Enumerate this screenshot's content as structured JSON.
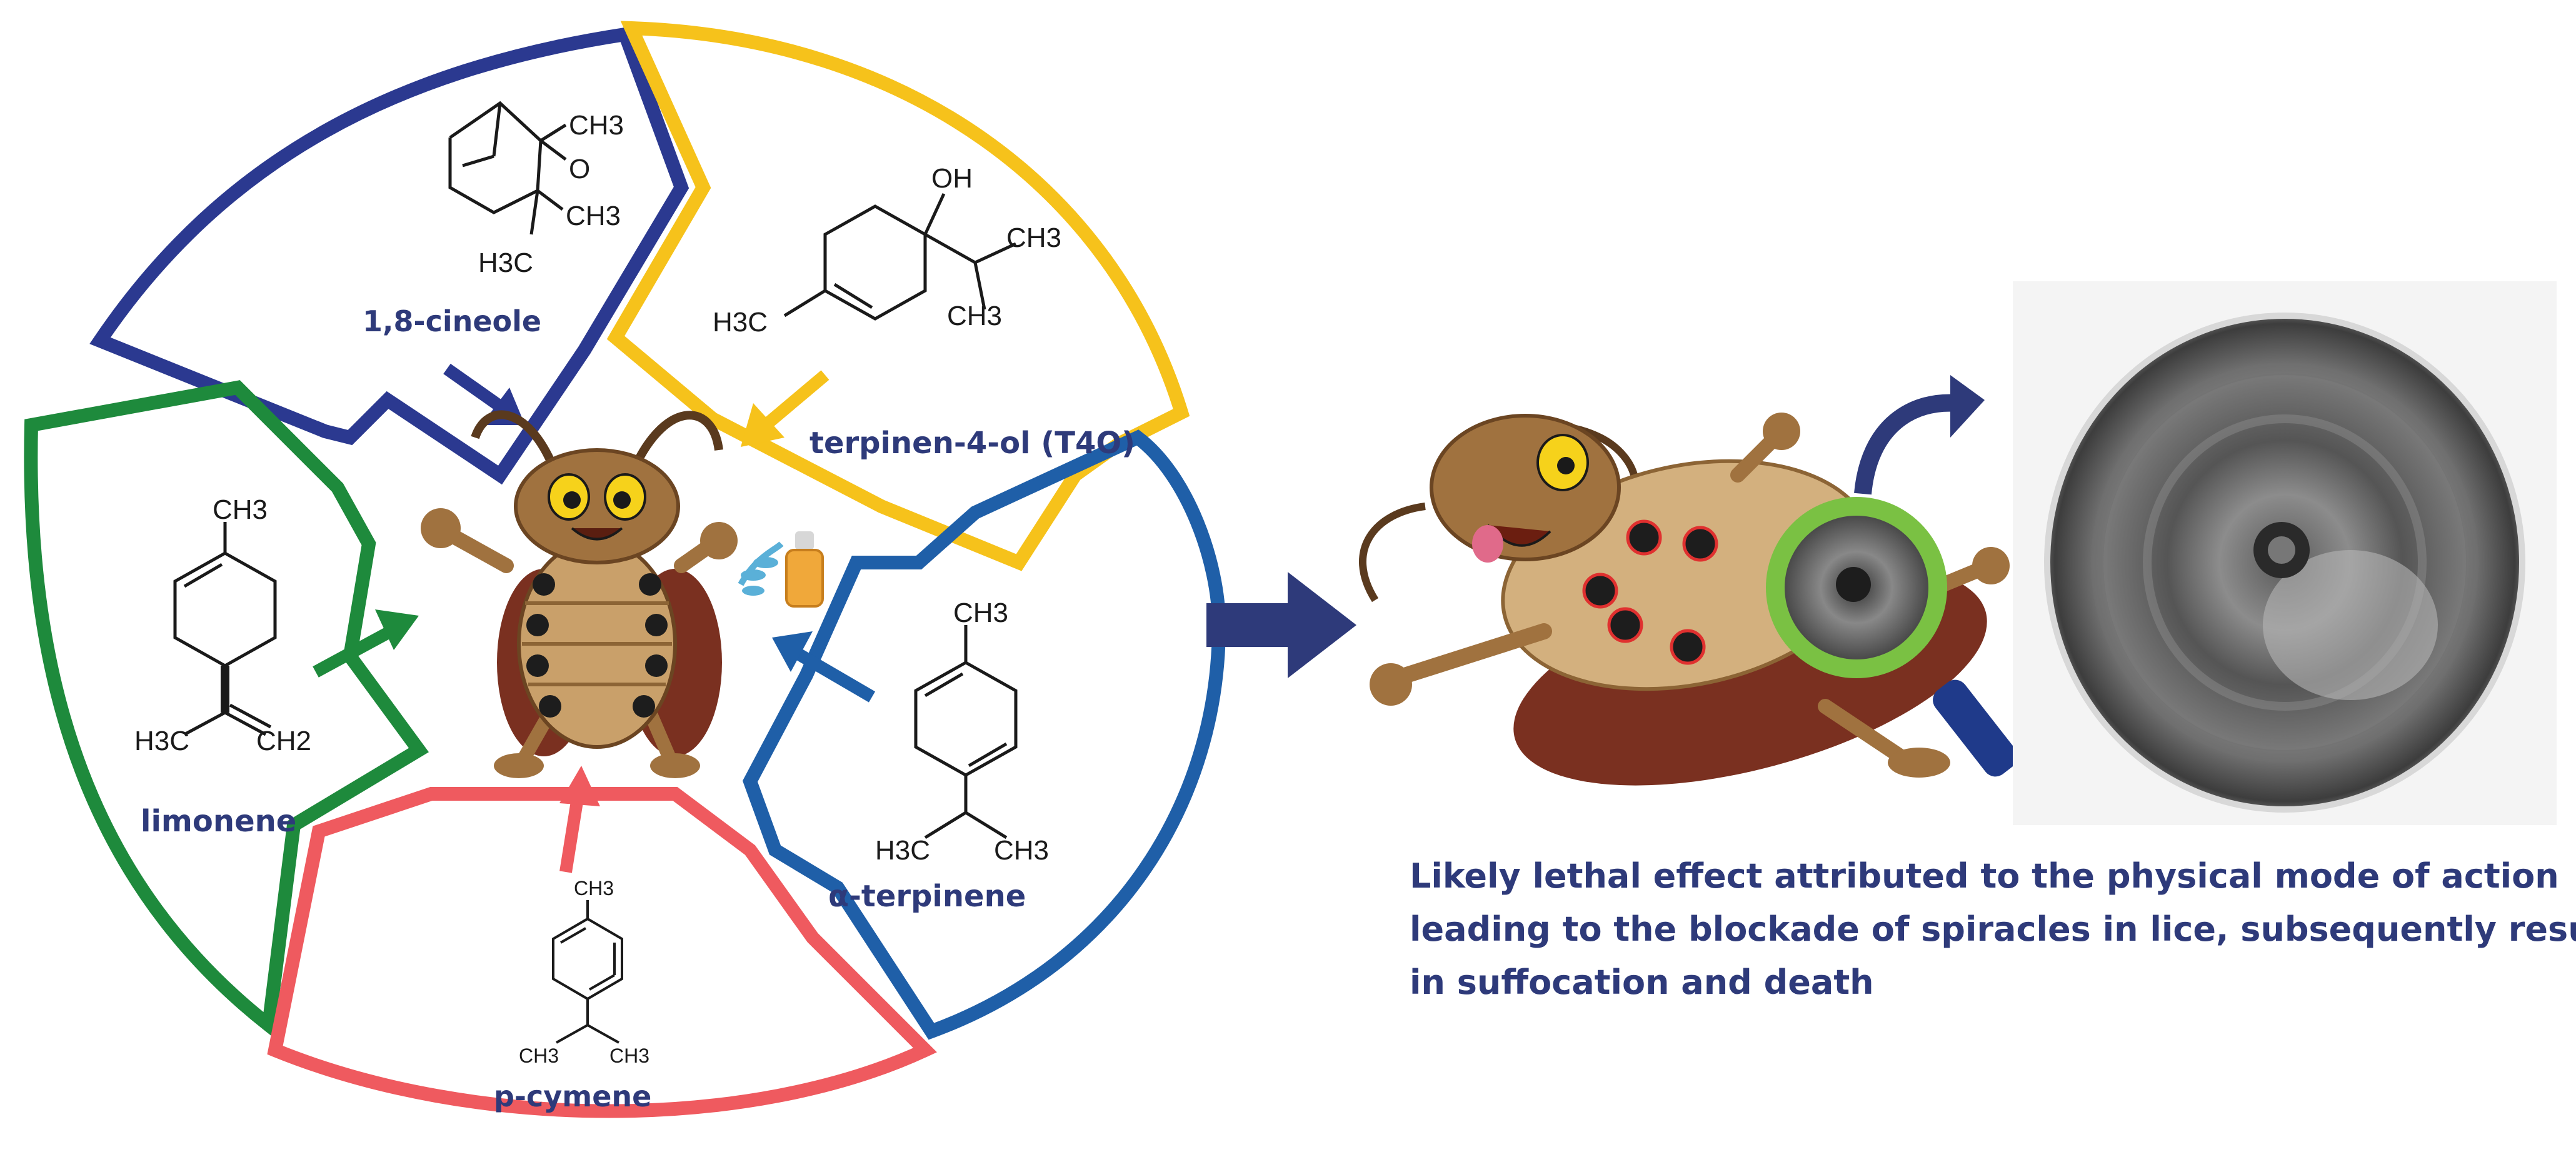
{
  "compounds": {
    "cineole": {
      "name": "1,8-cineole",
      "ch3_a": "CH3",
      "ch3_b": "CH3",
      "h3c": "H3C",
      "oxygen": "O",
      "color": "#2b3990"
    },
    "terpinenol": {
      "name": "terpinen-4-ol (T4O)",
      "oh": "OH",
      "ch3_a": "CH3",
      "ch3_b": "CH3",
      "h3c": "H3C",
      "color": "#f6c21b"
    },
    "limonene": {
      "name": "limonene",
      "ch3": "CH3",
      "h3c": "H3C",
      "ch2": "CH2",
      "color": "#1e8a3c"
    },
    "alpha_terpinene": {
      "name": "α-terpinene",
      "ch3_top": "CH3",
      "h3c": "H3C",
      "ch3": "CH3",
      "color": "#1f5fa8"
    },
    "p_cymene": {
      "name": "p-cymene",
      "ch3_top": "CH3",
      "ch3_left": "CH3",
      "ch3_right": "CH3",
      "color": "#ef5a5f"
    }
  },
  "caption": {
    "lines": [
      "Likely lethal effect attributed to the physical mode of action",
      "leading to the blockade of spiracles in lice, subsequently resulting",
      "in suffocation and death"
    ]
  },
  "colors": {
    "arrow_main": "#2e3a7a",
    "label_text": "#2e3a7a",
    "louse_body": "#a0723f",
    "magnifier_ring": "#7ac143"
  },
  "icons": [
    "happy-louse-icon",
    "essential-oil-bottle-icon",
    "dead-louse-icon",
    "magnifier-icon",
    "spiracle-micrograph"
  ]
}
